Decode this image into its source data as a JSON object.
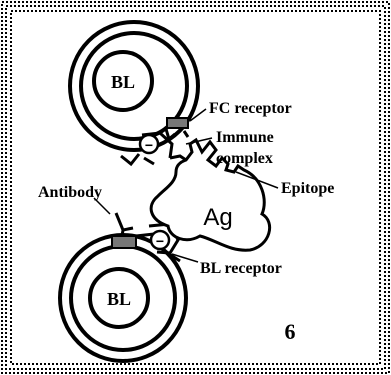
{
  "cells": {
    "top": {
      "label": "BL"
    },
    "bottom": {
      "label": "BL"
    }
  },
  "antigen": {
    "label": "Ag"
  },
  "labels": {
    "fc_receptor": "FC receptor",
    "immune_line1": "Immune",
    "immune_line2": "complex",
    "epitope": "Epitope",
    "antibody": "Antibody",
    "bl_receptor": "BL receptor"
  },
  "receptor_signs": {
    "top": "−",
    "bottom": "−"
  },
  "figure_number": "6"
}
